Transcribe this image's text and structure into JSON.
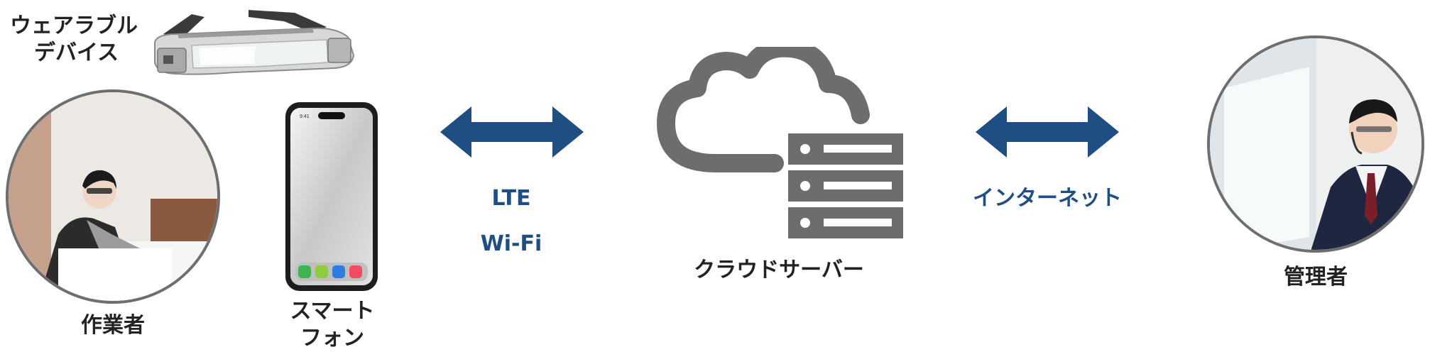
{
  "wearable": {
    "label_line1": "ウェアラブル",
    "label_line2": "デバイス"
  },
  "worker": {
    "label": "作業者"
  },
  "smartphone": {
    "label_line1": "スマート",
    "label_line2": "フォン",
    "time": "9:41"
  },
  "connection_left": {
    "label_line1": "LTE",
    "label_line2": "Wi-Fi"
  },
  "cloud_server": {
    "label": "クラウドサーバー"
  },
  "connection_right": {
    "label": "インターネット"
  },
  "manager": {
    "label": "管理者"
  },
  "colors": {
    "arrow": "#1e4e82",
    "server": "#6b6e6c",
    "circle_border": "#6e6e6e"
  }
}
